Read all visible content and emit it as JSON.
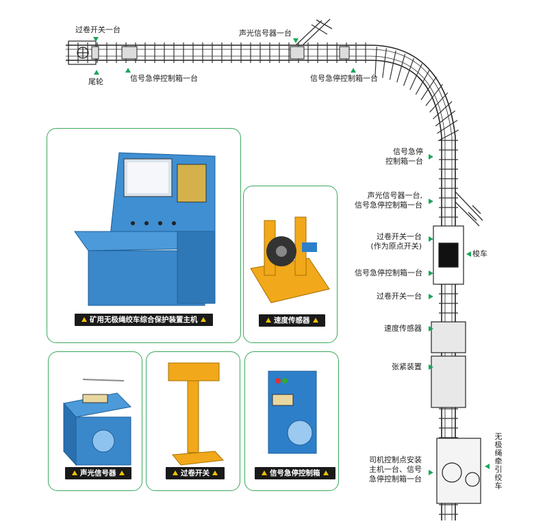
{
  "labels": {
    "top_overwind_switch": "过卷开关一台",
    "top_tail_wheel": "尾轮",
    "top_estop_box_1": "信号急停控制箱一台",
    "top_sound_light": "声光信号器一台",
    "top_estop_box_2": "信号急停控制箱一台",
    "right_estop_box_a": "信号急停",
    "right_estop_box_b": "控制箱一台",
    "right_sound_estop_a": "声光信号器一台,",
    "right_sound_estop_b": "信号急停控制箱一台",
    "right_overwind_origin_a": "过卷开关一台",
    "right_overwind_origin_b": "(作为原点开关)",
    "right_shuttle_car": "梭车",
    "right_estop_box_c": "信号急停控制箱一台",
    "right_overwind_switch": "过卷开关一台",
    "right_speed_sensor": "速度传感器",
    "right_tensioner": "张紧装置",
    "right_driver_point_a": "司机控制点安装",
    "right_driver_point_b": "主机一台、信号",
    "right_driver_point_c": "急停控制箱一台",
    "right_winch_vertical": "无极绳牵引绞车"
  },
  "panels": {
    "host_caption": "矿用无极绳绞车综合保护装置主机",
    "speed_caption": "速度传感器",
    "sound_caption": "声光信号器",
    "overwind_caption": "过卷开关",
    "estop_caption": "信号急停控制箱"
  },
  "colors": {
    "arrow_green": "#19a65a",
    "panel_border": "#3aaa5c",
    "device_blue": "#2d7fc9",
    "device_yellow": "#f1a81a"
  }
}
